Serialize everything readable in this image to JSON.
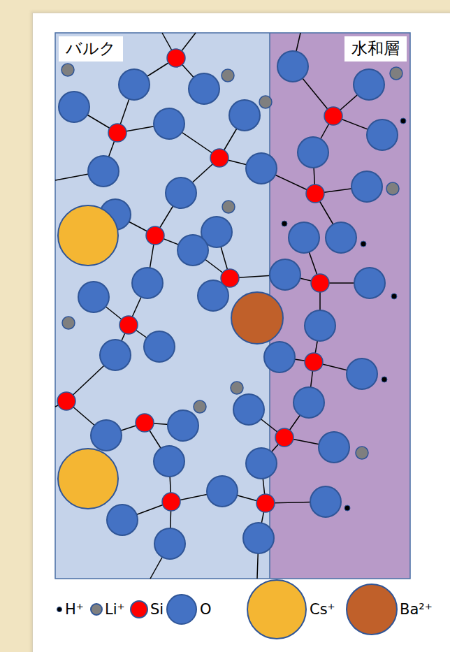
{
  "diagram": {
    "nodes": [
      {
        "text": [
          "バルク"
        ]
      },
      {
        "text": [
          "水和層"
        ]
      }
    ],
    "legend": [
      {
        "text": "H⁺",
        "color": "#000000"
      },
      {
        "text": "Li⁺",
        "color": "#7f7f7f"
      },
      {
        "text": "Si",
        "color": "#ff0000"
      },
      {
        "text": "O",
        "color": "#4472c4"
      },
      {
        "text": "Cs⁺",
        "color": "#f4b633"
      },
      {
        "text": "Ba²⁺",
        "color": "#c0602a"
      }
    ]
  }
}
